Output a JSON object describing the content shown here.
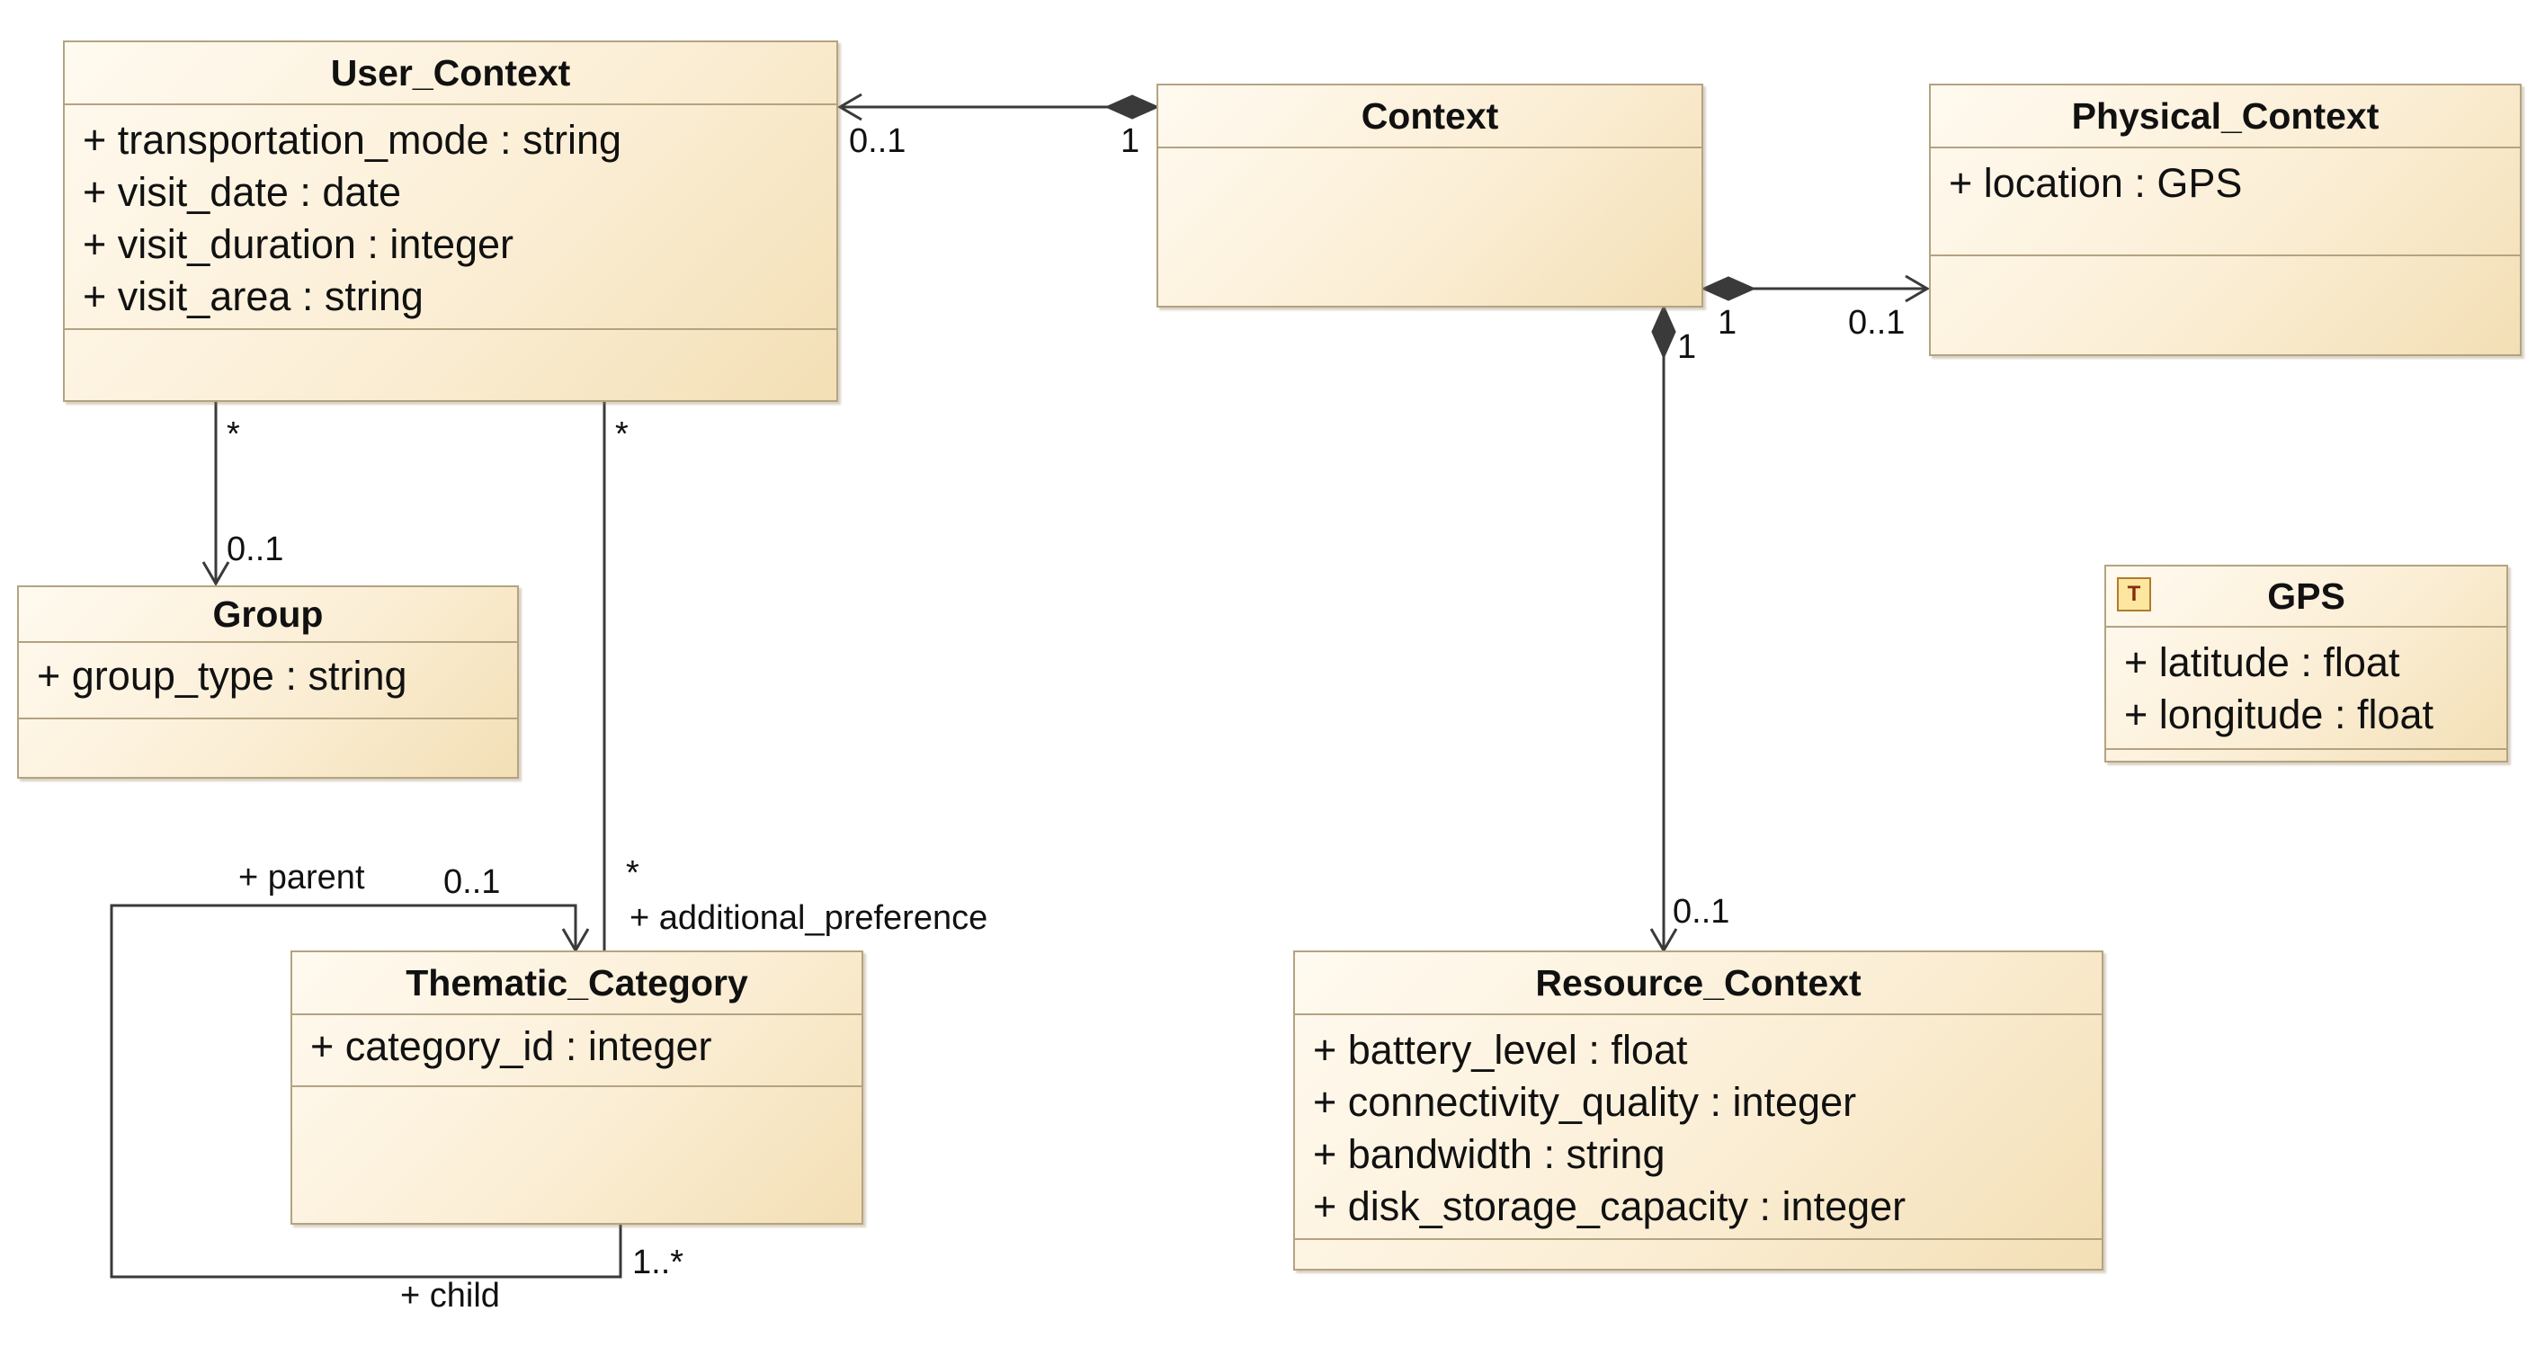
{
  "classes": {
    "user_context": {
      "name": "User_Context",
      "attributes": [
        "+ transportation_mode : string",
        "+ visit_date : date",
        "+ visit_duration : integer",
        "+ visit_area : string"
      ]
    },
    "context": {
      "name": "Context",
      "attributes": []
    },
    "physical_context": {
      "name": "Physical_Context",
      "attributes": [
        "+ location : GPS"
      ]
    },
    "group": {
      "name": "Group",
      "attributes": [
        "+ group_type : string"
      ]
    },
    "gps": {
      "name": "GPS",
      "stereotype_badge": "T",
      "attributes": [
        "+ latitude : float",
        "+ longitude : float"
      ]
    },
    "thematic_category": {
      "name": "Thematic_Category",
      "attributes": [
        "+ category_id : integer"
      ]
    },
    "resource_context": {
      "name": "Resource_Context",
      "attributes": [
        "+ battery_level : float",
        "+ connectivity_quality : integer",
        "+ bandwidth : string",
        "+ disk_storage_capacity : integer"
      ]
    }
  },
  "associations": {
    "context_user": {
      "user_end": "0..1",
      "context_end": "1"
    },
    "context_physical": {
      "context_end": "1",
      "physical_end": "0..1"
    },
    "context_resource": {
      "context_end": "1",
      "resource_end": "0..1"
    },
    "user_group": {
      "user_end": "*",
      "group_end": "0..1"
    },
    "user_thematic": {
      "user_end": "*",
      "thematic_end": "*",
      "role": "+ additional_preference"
    },
    "thematic_self": {
      "parent_role": "+ parent",
      "parent_mult": "0..1",
      "child_role": "+ child",
      "child_mult": "1..*"
    }
  }
}
